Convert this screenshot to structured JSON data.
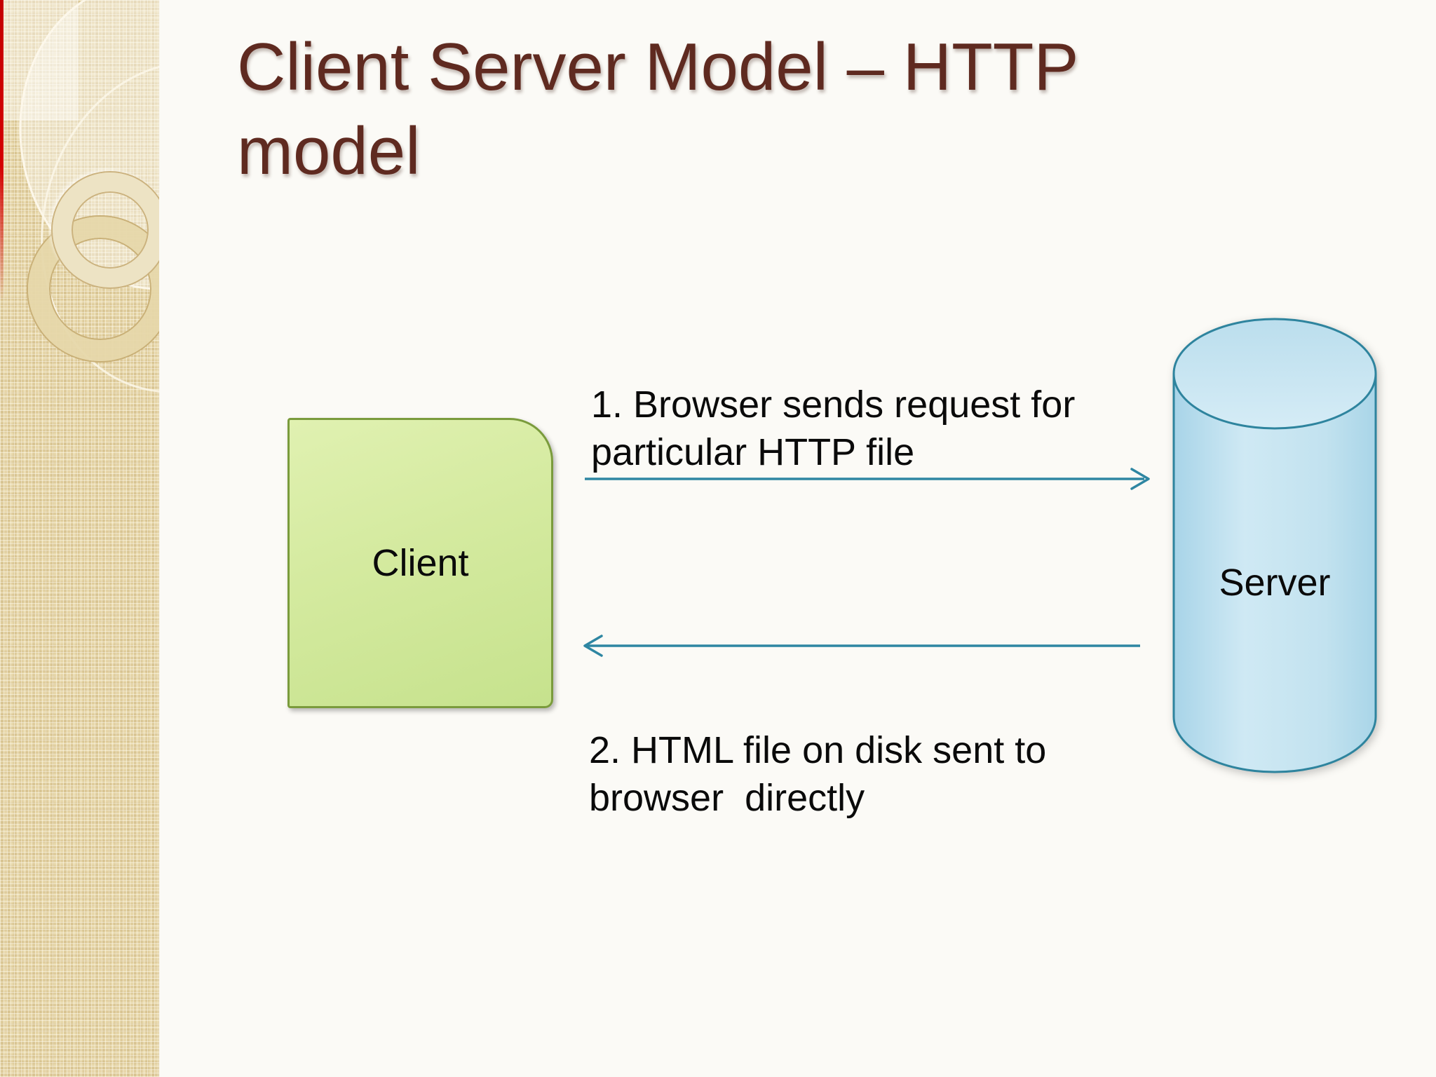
{
  "slide": {
    "title": "Client Server Model – HTTP model",
    "title_lines": [
      "Client Server Model – HTTP",
      "model"
    ]
  },
  "diagram": {
    "client_label": "Client",
    "server_label": "Server",
    "request_annotation": {
      "lines": [
        "1. Browser sends request for",
        "particular HTTP file"
      ],
      "direction": "left-to-right"
    },
    "response_annotation": {
      "lines": [
        "2. HTML file on disk sent to",
        "browser  directly"
      ],
      "direction": "right-to-left"
    }
  },
  "colors": {
    "title_text": "#5F2A20",
    "body_text": "#0A0A0A",
    "arrow": "#2E86A2",
    "client_fill_top": "#DEF0AE",
    "client_fill_bottom": "#C6E28D",
    "client_border": "#7A9B3C",
    "server_fill": "#C4E3F0",
    "server_border": "#2E849E",
    "sidebar_base": "#E7D7AA",
    "left_edge_accent": "#C40000",
    "background": "#FBFAF6"
  }
}
